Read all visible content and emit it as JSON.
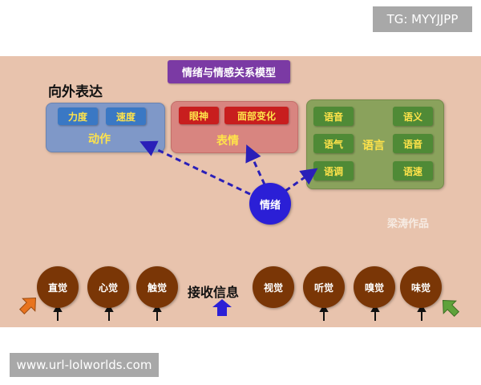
{
  "watermark_top": "TG: MYYJJPP",
  "watermark_bottom": "www.url-lolworlds.com",
  "diagram": {
    "title": "情绪与情感关系模型",
    "outward_label": "向外表达",
    "action": {
      "label": "动作",
      "items": [
        "力度",
        "速度"
      ]
    },
    "expression": {
      "label": "表情",
      "items": [
        "眼神",
        "面部变化"
      ]
    },
    "language": {
      "label": "语言",
      "items": [
        "语音",
        "语义",
        "语气",
        "语音",
        "语调",
        "语速"
      ]
    },
    "center": "情绪",
    "author_mark": "梁涛作品",
    "receive_label": "接收信息",
    "senses_left": [
      "直觉",
      "心觉",
      "触觉"
    ],
    "senses_right": [
      "视觉",
      "听觉",
      "嗅觉",
      "味觉"
    ]
  },
  "colors": {
    "panel_bg": "#e8c3ad",
    "title_bg": "#7b3aa4",
    "action_bg": "#7f98c8",
    "expression_bg": "#d88580",
    "language_bg": "#8aa25c",
    "center_bg": "#2b1fd6",
    "sense_bg": "#7a3606",
    "dashed_arrow": "#2a1fb8"
  }
}
